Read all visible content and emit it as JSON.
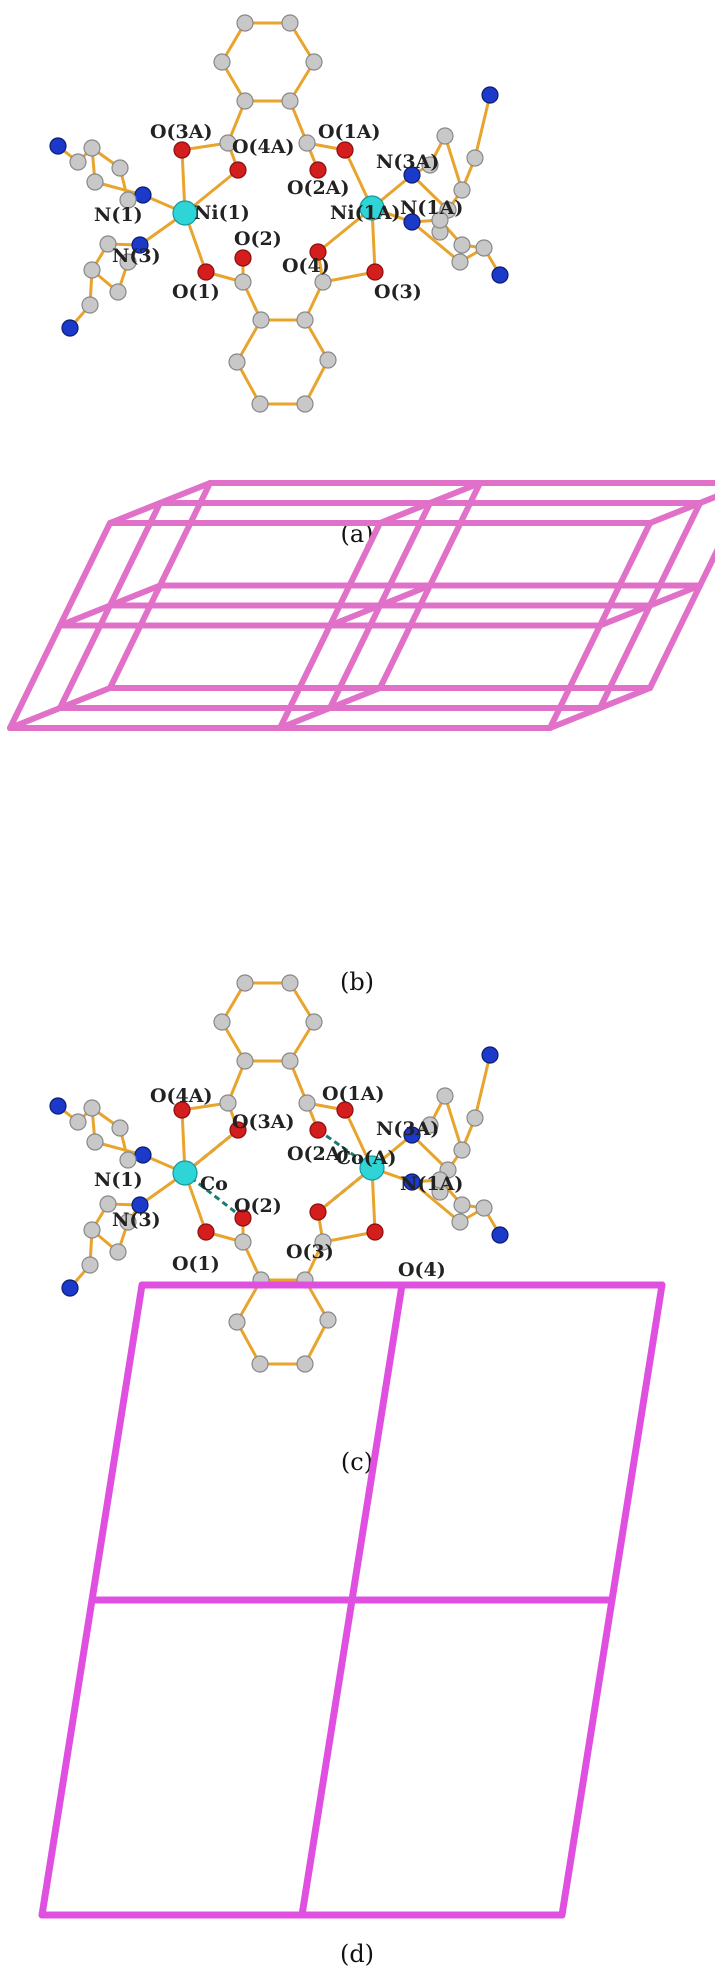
{
  "colors": {
    "bond": "#E8A42C",
    "carbon": "#C8C8C8",
    "nitrogen": "#1C3AC9",
    "oxygen": "#D41E1E",
    "metal": "#2FD4D6",
    "hbond": "#1F7A70",
    "net_b": "#E070C8",
    "net_d": "#E050E0"
  },
  "panels": [
    {
      "id": "a",
      "caption": "(a)",
      "labels": [
        "O(3A)",
        "O(4A)",
        "O(1A)",
        "N(3A)",
        "O(2A)",
        "Ni(1A)",
        "N(1A)",
        "N(1)",
        "Ni(1)",
        "O(2)",
        "N(3)",
        "O(4)",
        "O(1)",
        "O(3)"
      ]
    },
    {
      "id": "b",
      "caption": "(b)",
      "network": "3D grid"
    },
    {
      "id": "c",
      "caption": "(c)",
      "labels": [
        "O(4A)",
        "O(1A)",
        "O(3A)",
        "N(3A)",
        "O(2A)",
        "Co(A)",
        "N(1)",
        "Co",
        "N(1A)",
        "O(2)",
        "N(3)",
        "O(3)",
        "O(1)",
        "O(4)"
      ]
    },
    {
      "id": "d",
      "caption": "(d)",
      "network": "2D grid"
    }
  ]
}
